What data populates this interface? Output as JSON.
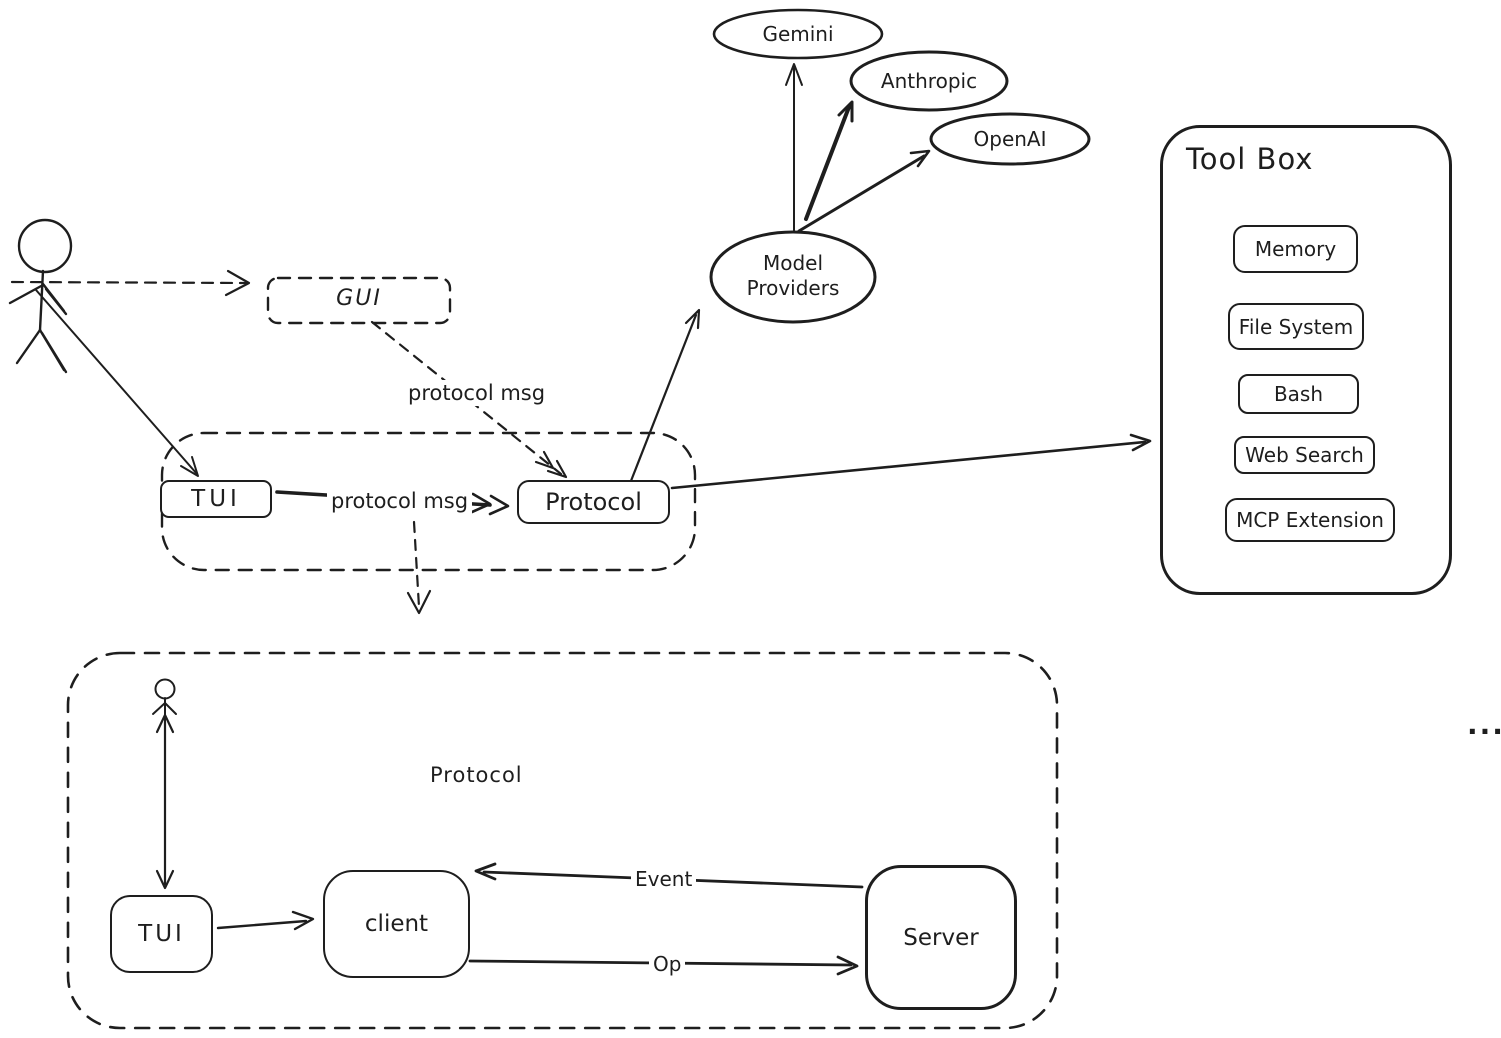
{
  "colors": {
    "ink": "#1e1e1e",
    "background": "#ffffff"
  },
  "upper": {
    "gui_label": "GUI",
    "tui_label": "TUI",
    "protocol_label": "Protocol",
    "gui_to_protocol_msg": "protocol msg",
    "tui_to_protocol_msg": "protocol msg"
  },
  "providers": {
    "hub_line1": "Model",
    "hub_line2": "Providers",
    "gemini_label": "Gemini",
    "anthropic_label": "Anthropic",
    "openai_label": "OpenAI"
  },
  "toolbox": {
    "title": "Tool Box",
    "tools": [
      "Memory",
      "File System",
      "Bash",
      "Web Search",
      "MCP Extension"
    ]
  },
  "protocol_detail": {
    "title": "Protocol",
    "tui_label": "TUI",
    "client_label": "client",
    "server_label": "Server",
    "event_arrow_label": "Event",
    "op_arrow_label": "Op"
  },
  "misc": {
    "ellipsis": "..."
  }
}
